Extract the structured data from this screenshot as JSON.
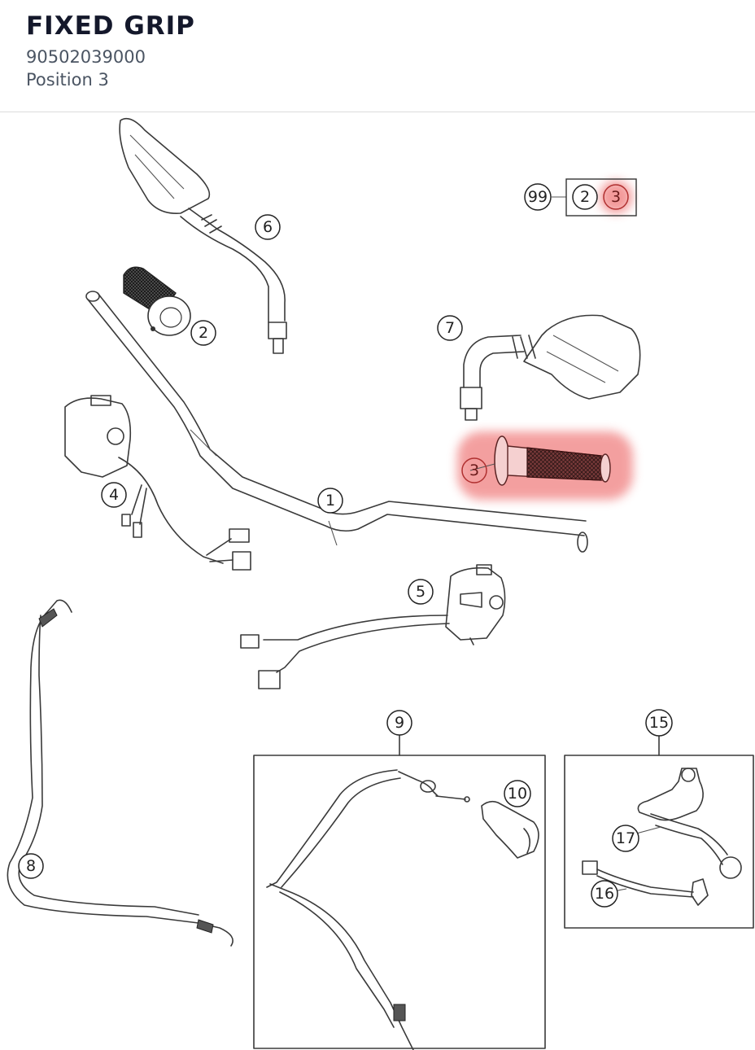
{
  "header": {
    "title": "FIXED GRIP",
    "part_number": "90502039000",
    "position_label": "Position 3"
  },
  "highlight_color": "#f08080",
  "callouts": {
    "c1": "1",
    "c2": "2",
    "c3": "3",
    "c4": "4",
    "c5": "5",
    "c6": "6",
    "c7": "7",
    "c8": "8",
    "c9": "9",
    "c10": "10",
    "c15": "15",
    "c16": "16",
    "c17": "17",
    "c99": "99",
    "c99_a": "2",
    "c99_b": "3"
  }
}
